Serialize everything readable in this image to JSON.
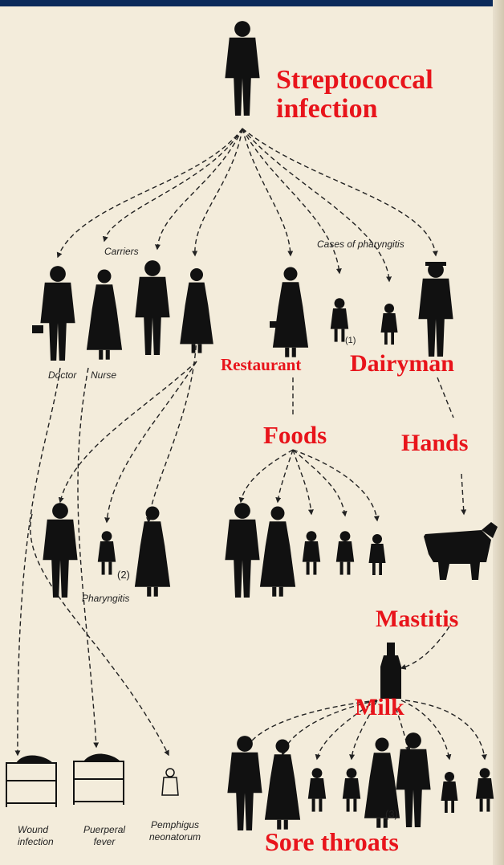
{
  "diagram": {
    "source_label": "Streptococcal infection",
    "source_line1": "Streptococcal",
    "source_line2": "infection",
    "carriers_label": "Carriers",
    "cases_label": "Cases of pharyngitis",
    "doctor_label": "Doctor",
    "nurse_label": "Nurse",
    "restaurant_label": "Restaurant",
    "dairyman_label": "Dairyman",
    "foods_label": "Foods",
    "hands_label": "Hands",
    "pharyngitis_label": "Pharyngitis",
    "mastitis_label": "Mastitis",
    "milk_label": "Milk",
    "sore_throats_label": "Sore throats",
    "wound_line1": "Wound",
    "wound_line2": "infection",
    "puerperal_line1": "Puerperal",
    "puerperal_line2": "fever",
    "pemphigus_line1": "Pemphigus",
    "pemphigus_line2": "neonatorum",
    "note1": "(1)",
    "note2": "(2)",
    "note3": "(3)"
  },
  "colors": {
    "background": "#f3ecdb",
    "highlight_text": "#e8141b",
    "figure": "#111111",
    "title_bar": "#0b2a5a"
  }
}
